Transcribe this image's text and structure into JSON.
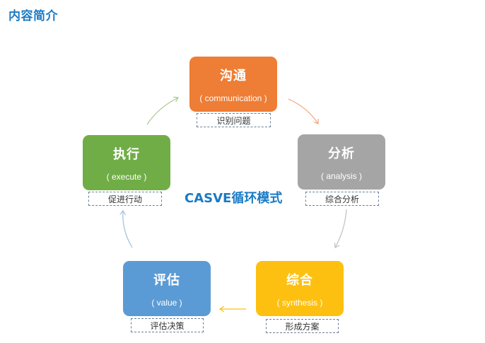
{
  "header": {
    "title": "内容简介"
  },
  "diagram": {
    "center_title": "CASVE循环模式",
    "nodes": [
      {
        "name": "沟通",
        "english": "( communication )",
        "task": "识别问题",
        "color": "#ee7d35"
      },
      {
        "name": "分析",
        "english": "( analysis )",
        "task": "综合分析",
        "color": "#a5a5a5"
      },
      {
        "name": "综合",
        "english": "( synthesis )",
        "task": "形成方案",
        "color": "#fdc011"
      },
      {
        "name": "评估",
        "english": "( value )",
        "task": "评估决策",
        "color": "#5b9bd5"
      },
      {
        "name": "执行",
        "english": "( execute )",
        "task": "促进行动",
        "color": "#71ad47"
      }
    ],
    "arrow_colors": {
      "to_analysis": "#f0a57a",
      "to_synthesis": "#c0c0c0",
      "to_value": "#fdc011",
      "to_execute": "#9fc0e0",
      "to_communication": "#a7c990"
    }
  }
}
